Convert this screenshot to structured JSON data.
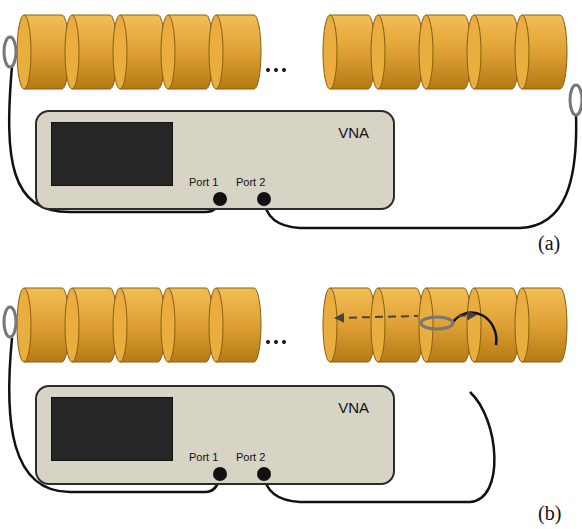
{
  "diagram": {
    "nodes": [
      {
        "text": [
          "VNA",
          "Port 1",
          "Port 2"
        ]
      },
      {
        "text": [
          "VNA",
          "Port 1",
          "Port 2"
        ]
      }
    ],
    "labels": [
      "(a)",
      "(b)"
    ]
  }
}
